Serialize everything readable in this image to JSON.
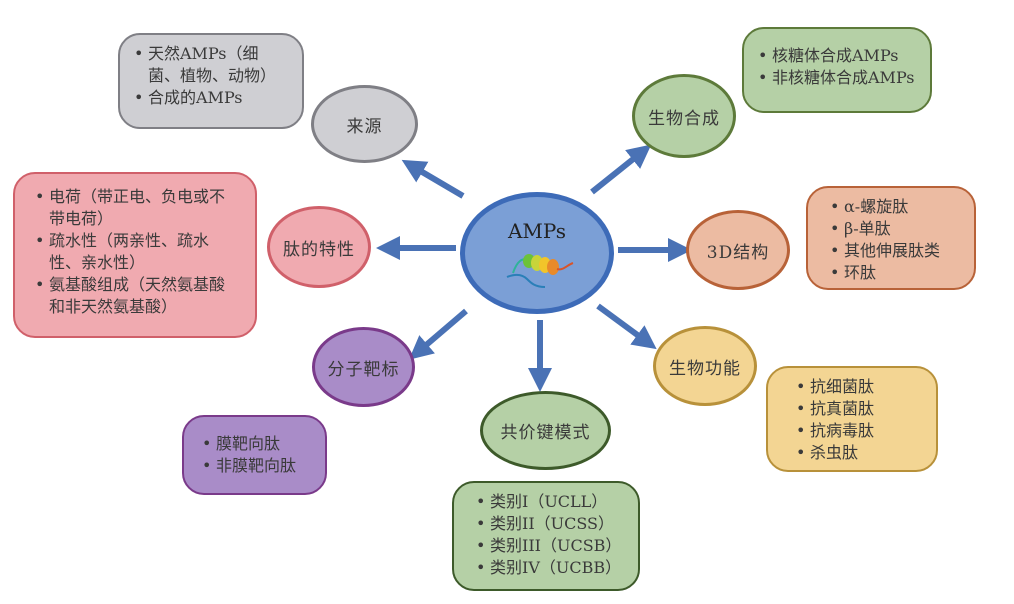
{
  "center": {
    "label": "AMPs",
    "icon": "protein-helix-icon"
  },
  "arrow_color": "#4a72b5",
  "categories": [
    {
      "id": "source",
      "label": "来源",
      "fill": "#cfcfd3",
      "stroke": "#7f7f85",
      "items": [
        "天然AMPs（细菌、植物、动物）",
        "合成的AMPs"
      ]
    },
    {
      "id": "biosynthesis",
      "label": "生物合成",
      "fill": "#b5d0a6",
      "stroke": "#5d7a3a",
      "items": [
        "核糖体合成AMPs",
        "非核糖体合成AMPs"
      ]
    },
    {
      "id": "peptide-properties",
      "label": "肽的特性",
      "fill": "#f0aab0",
      "stroke": "#d0606a",
      "items": [
        "电荷（带正电、负电或不带电荷）",
        "疏水性（两亲性、疏水性、亲水性）",
        "氨基酸组成（天然氨基酸和非天然氨基酸）"
      ]
    },
    {
      "id": "3d-structure",
      "label": "3D结构",
      "fill": "#ecbba2",
      "stroke": "#b86238",
      "items": [
        "α-螺旋肽",
        "β-单肽",
        "其他伸展肽类",
        "环肽"
      ]
    },
    {
      "id": "molecular-target",
      "label": "分子靶标",
      "fill": "#a98cc8",
      "stroke": "#7a3a8a",
      "items": [
        "膜靶向肽",
        "非膜靶向肽"
      ]
    },
    {
      "id": "biological-function",
      "label": "生物功能",
      "fill": "#f3d593",
      "stroke": "#b8913a",
      "items": [
        "抗细菌肽",
        "抗真菌肽",
        "抗病毒肽",
        "杀虫肽"
      ]
    },
    {
      "id": "covalent-bond-mode",
      "label": "共价键模式",
      "fill": "#b5d0a6",
      "stroke": "#3d5a2a",
      "items": [
        "类别I（UCLL）",
        "类别II（UCSS）",
        "类别III（UCSB）",
        "类别IV（UCBB）"
      ]
    }
  ]
}
